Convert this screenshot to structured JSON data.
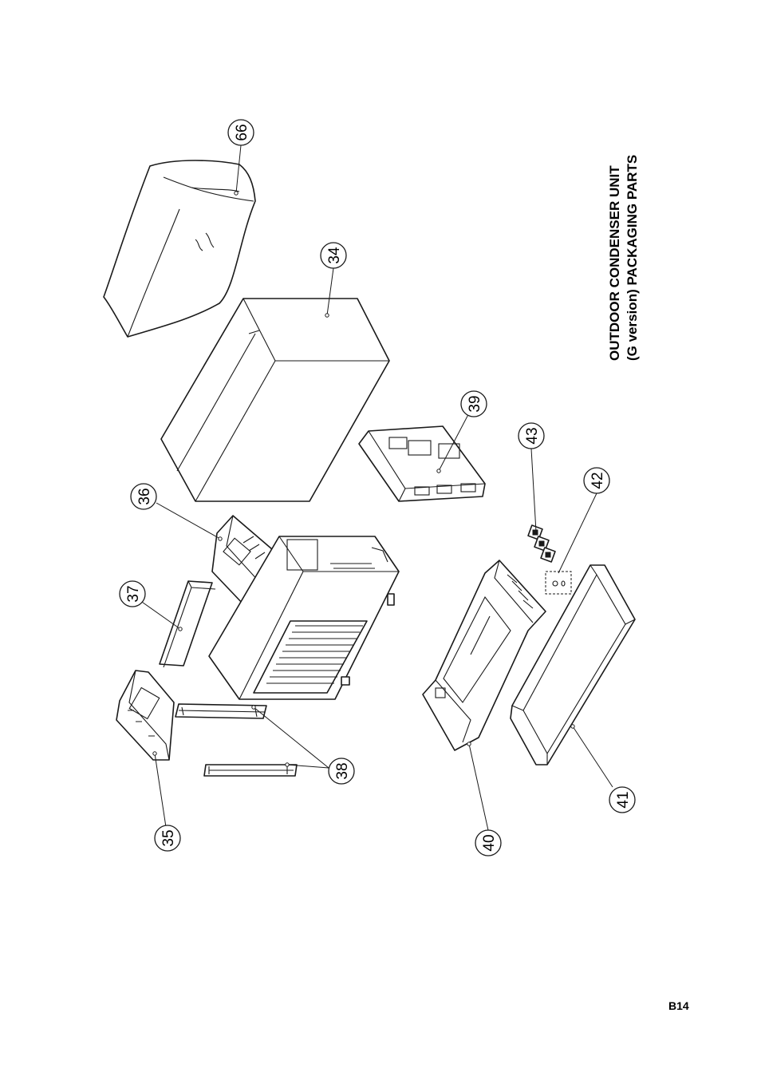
{
  "title": {
    "line1": "OUTDOOR CONDENSER UNIT",
    "line2": "(G version) PACKAGING PARTS"
  },
  "page_number": "B14",
  "callouts": {
    "c66": "66",
    "c34": "34",
    "c39": "39",
    "c43": "43",
    "c42": "42",
    "c36": "36",
    "c37": "37",
    "c38": "38",
    "c35": "35",
    "c40": "40",
    "c41": "41"
  }
}
